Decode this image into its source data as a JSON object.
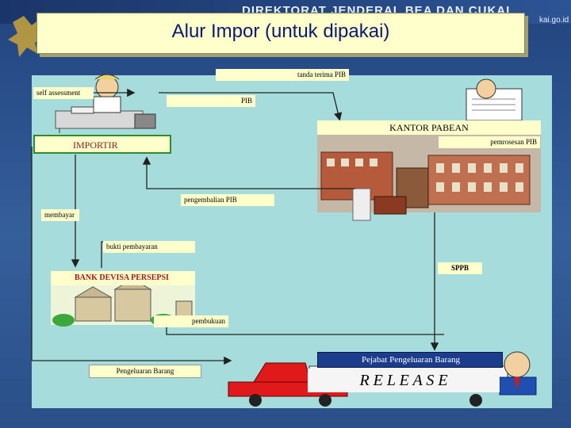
{
  "header": {
    "banner_text": "DIREKTORAT JENDERAL BEA DAN CUKAI",
    "url_fragment": "kai.go.id"
  },
  "title": "Alur Impor (untuk dipakai)",
  "nodes": {
    "importir": "IMPORTIR",
    "kantor_pabean": "KANTOR PABEAN",
    "bank": "BANK DEVISA PERSEPSI",
    "pejabat": "Pejabat Pengeluaran Barang",
    "release": "R E L E A S E"
  },
  "labels": {
    "tanda_terima": "tanda terima PIB",
    "self_assessment": "self assessment",
    "pib": "PIB",
    "pemrosesan": "pemrosesan PIB",
    "pengembalian": "pengembalian PIB",
    "membayar": "membayar",
    "bukti": "bukti pembayaran",
    "sppb": "SPPB",
    "pembukuan": "pembukuan",
    "pengeluaran": "Pengeluaran Barang"
  },
  "colors": {
    "panel": "#a6dcdc",
    "label_bg": "#ffffcc",
    "importir_border": "#2e8b2e",
    "importir_text": "#8b1a1a",
    "bank_text": "#9c1a1a",
    "pejabat_bg": "#1c3c8c",
    "flow_line": "#222222"
  }
}
